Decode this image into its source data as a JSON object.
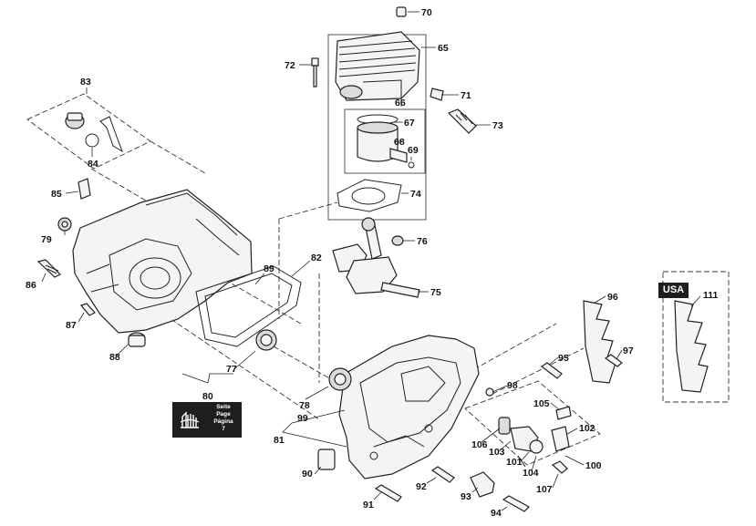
{
  "callouts": {
    "n65": "65",
    "n66": "66",
    "n67": "67",
    "n68": "68",
    "n69": "69",
    "n70": "70",
    "n71": "71",
    "n72": "72",
    "n73": "73",
    "n74": "74",
    "n75": "75",
    "n76": "76",
    "n77": "77",
    "n78": "78",
    "n79": "79",
    "n80": "80",
    "n81": "81",
    "n82": "82",
    "n83": "83",
    "n84": "84",
    "n85": "85",
    "n86": "86",
    "n87": "87",
    "n88": "88",
    "n89": "89",
    "n90": "90",
    "n91": "91",
    "n92": "92",
    "n93": "93",
    "n94": "94",
    "n95": "95",
    "n96": "96",
    "n97": "97",
    "n98": "98",
    "n99": "99",
    "n100": "100",
    "n101": "101",
    "n102": "102",
    "n103": "103",
    "n104": "104",
    "n105": "105",
    "n106": "106",
    "n107": "107",
    "n111": "111"
  },
  "page_ref": {
    "line1": "Seite",
    "line2": "Page",
    "line3": "Página",
    "line4": "7"
  },
  "usa_tag": "USA"
}
